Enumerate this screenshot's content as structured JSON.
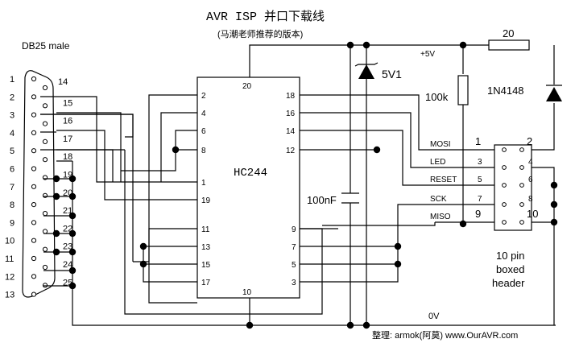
{
  "title": "AVR ISP 并口下载线",
  "subtitle": "(马潮老师推荐的版本)",
  "footer": "整理: armok(阿莫) www.OurAVR.com",
  "connector": {
    "label": "DB25 male",
    "pins_left": [
      "1",
      "2",
      "3",
      "4",
      "5",
      "6",
      "7",
      "8",
      "9",
      "10",
      "11",
      "12",
      "13"
    ],
    "pins_right": [
      "14",
      "15",
      "16",
      "17",
      "18",
      "19",
      "20",
      "21",
      "22",
      "23",
      "24",
      "25"
    ]
  },
  "ic": {
    "name": "HC244",
    "pin_top": "20",
    "pin_bottom": "10",
    "left_pins": [
      "2",
      "4",
      "6",
      "8",
      "1",
      "19",
      "11",
      "13",
      "15",
      "17"
    ],
    "right_pins": [
      "18",
      "16",
      "14",
      "12",
      "9",
      "7",
      "5",
      "3"
    ]
  },
  "power": {
    "vcc": "+5V",
    "gnd": "0V"
  },
  "components": {
    "zener": "5V1",
    "resistor_pullup": "100k",
    "resistor_series": "20",
    "diode": "1N4148",
    "capacitor": "100nF"
  },
  "header": {
    "signals": [
      "MOSI",
      "LED",
      "RESET",
      "SCK",
      "MISO"
    ],
    "pins_left": [
      "1",
      "3",
      "5",
      "7",
      "9"
    ],
    "pins_right": [
      "2",
      "4",
      "6",
      "8",
      "10"
    ],
    "caption": [
      "10 pin",
      "boxed",
      "header"
    ]
  }
}
